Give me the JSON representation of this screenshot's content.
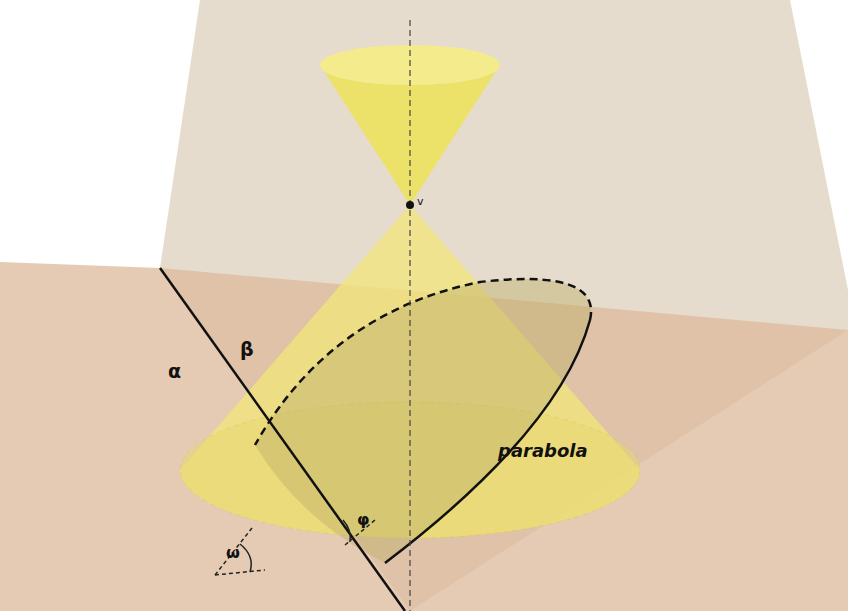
{
  "diagram": {
    "labels": [
      "v",
      "α",
      "β",
      "ω",
      "φ",
      "parabola"
    ]
  }
}
